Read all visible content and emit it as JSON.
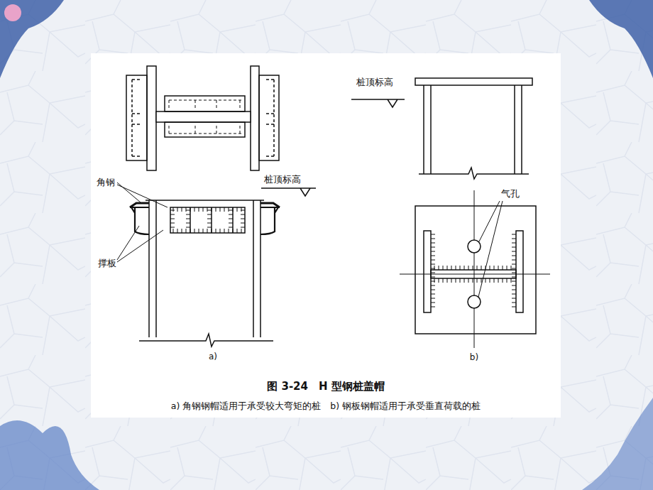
{
  "diagram": {
    "caption": "图 3-24　H 型钢桩盖帽",
    "labels": [
      "角钢",
      "桩顶标高",
      "撑板",
      "a)",
      "桩顶标高",
      "气孔",
      "b)",
      "a) 角钢钢帽适用于承受较大弯矩的桩　b) 钢板钢帽适用于承受垂直荷载的桩"
    ]
  }
}
